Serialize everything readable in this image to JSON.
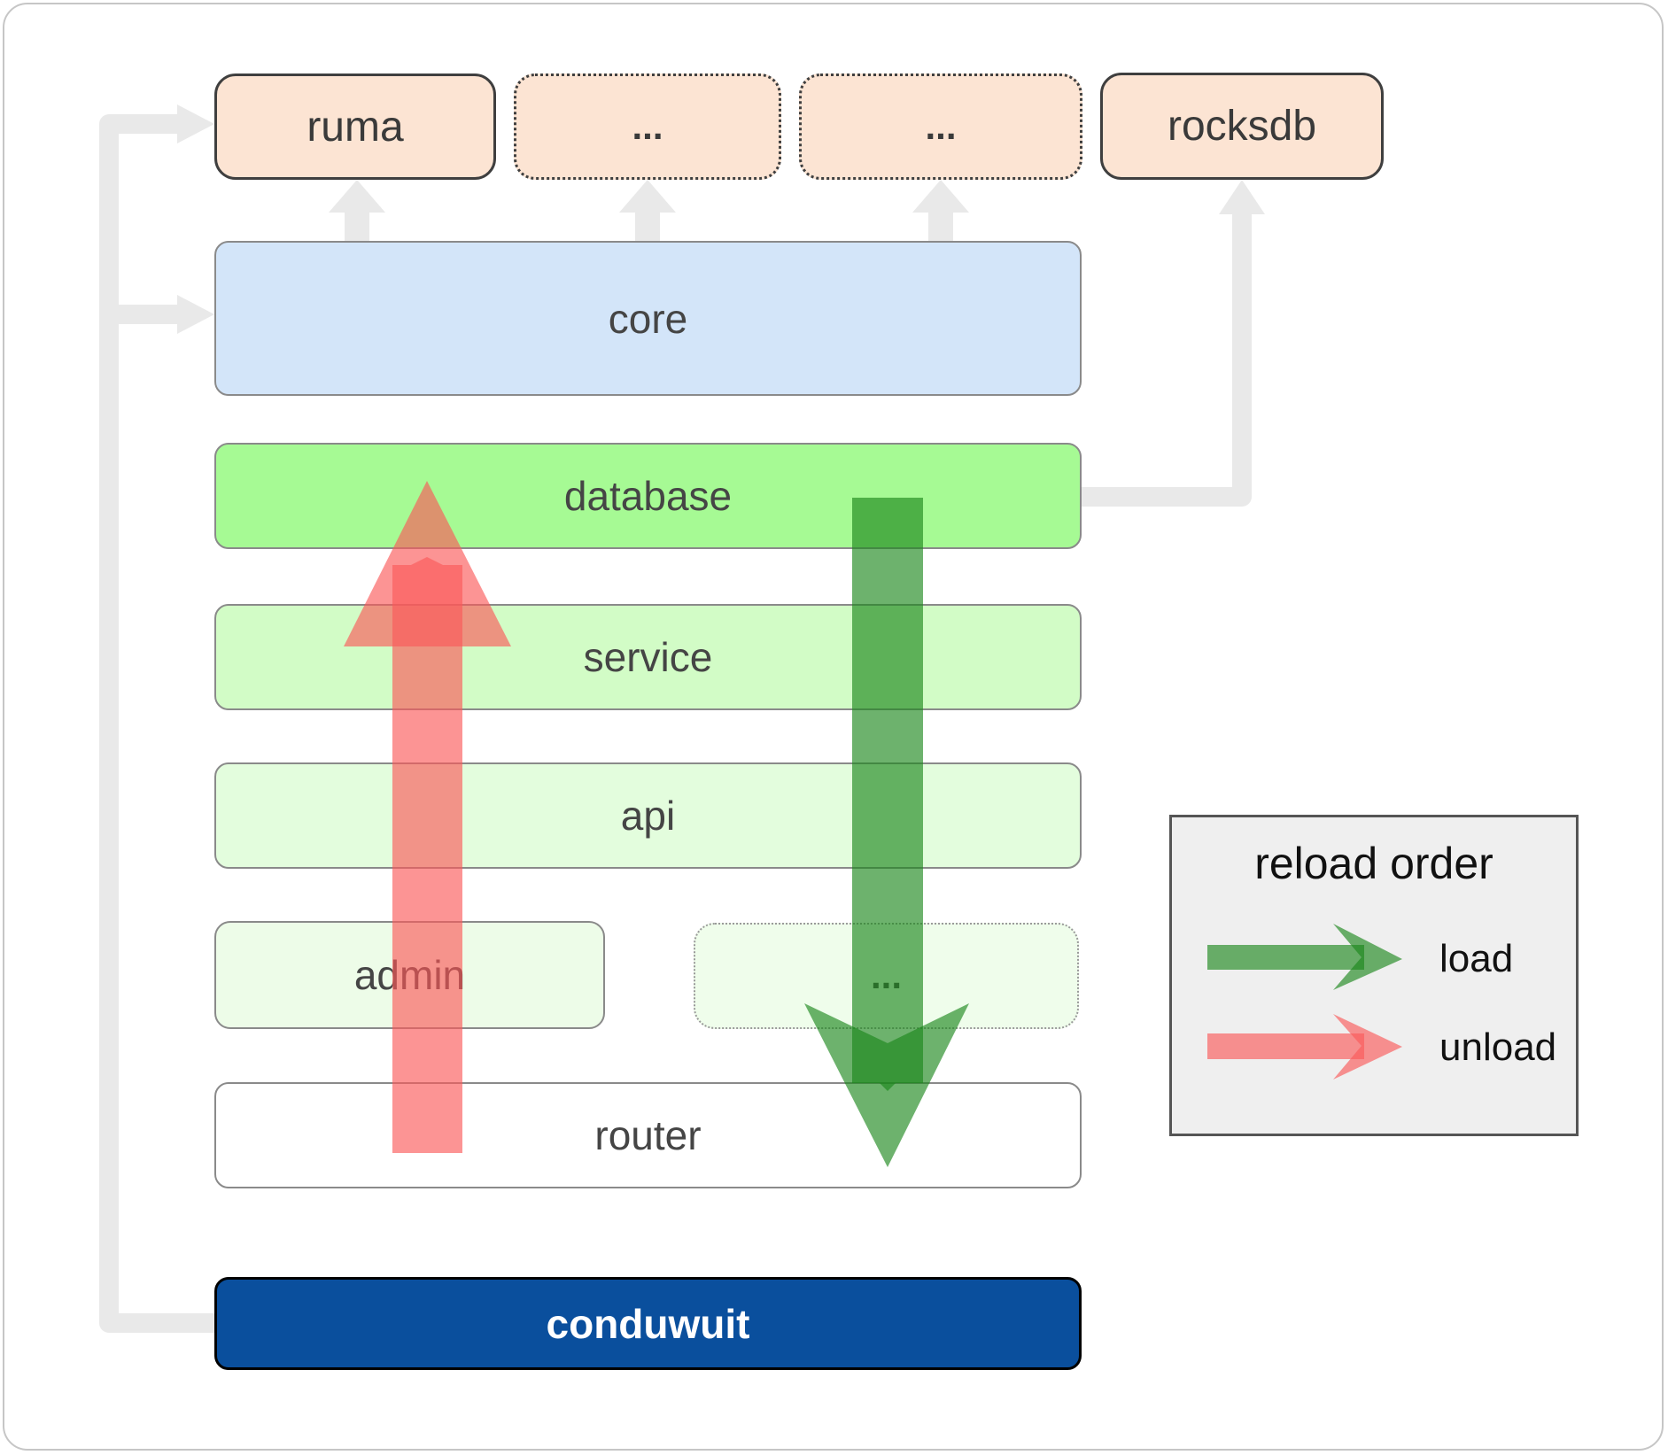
{
  "nodes": {
    "ruma": {
      "label": "ruma"
    },
    "module_a": {
      "label": "..."
    },
    "module_b": {
      "label": "..."
    },
    "rocksdb": {
      "label": "rocksdb"
    },
    "core": {
      "label": "core"
    },
    "database": {
      "label": "database"
    },
    "service": {
      "label": "service"
    },
    "api": {
      "label": "api"
    },
    "admin": {
      "label": "admin"
    },
    "admin_more": {
      "label": "..."
    },
    "router": {
      "label": "router"
    },
    "conduwuit": {
      "label": "conduwuit"
    }
  },
  "legend": {
    "title": "reload order",
    "items": [
      {
        "label": "load",
        "color": "#2e8b2e"
      },
      {
        "label": "unload",
        "color": "#fa5959"
      }
    ]
  },
  "colors": {
    "load_arrow": "rgba(26,135,26,0.64)",
    "unload_arrow": "rgba(250,89,89,0.645)",
    "connector_gray": "#e9e9e9",
    "module_fill": "#fce4d3",
    "core_fill": "#d3e5f9",
    "database_fill": "#a6fa94",
    "service_fill": "#d2fcc6",
    "api_fill": "#e3fddd",
    "admin_fill": "#edfce8",
    "router_fill": "#ffffff",
    "conduwuit_fill": "#0a4f9d",
    "legend_fill": "#efefef"
  }
}
